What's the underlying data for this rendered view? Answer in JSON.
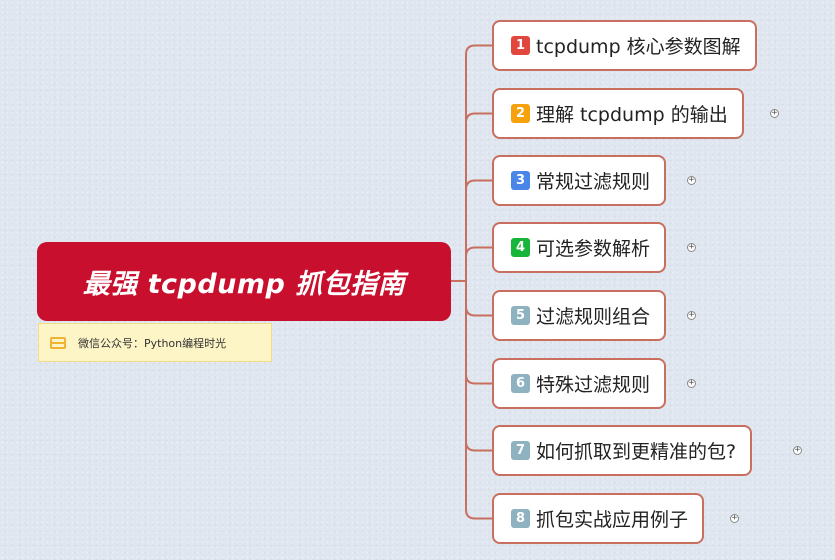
{
  "root": {
    "title": "最强 tcpdump 抓包指南"
  },
  "note": {
    "icon": "note-lines-icon",
    "text": "微信公众号：Python编程时光"
  },
  "branches": [
    {
      "number": "1",
      "label": "tcpdump 核心参数图解",
      "badge_color": "#e2473d",
      "expand_symbol": ""
    },
    {
      "number": "2",
      "label": "理解 tcpdump 的输出",
      "badge_color": "#f5a20c",
      "expand_symbol": "+"
    },
    {
      "number": "3",
      "label": "常规过滤规则",
      "badge_color": "#4a86e8",
      "expand_symbol": "+"
    },
    {
      "number": "4",
      "label": "可选参数解析",
      "badge_color": "#17b53a",
      "expand_symbol": "+"
    },
    {
      "number": "5",
      "label": "过滤规则组合",
      "badge_color": "#8fb2c0",
      "expand_symbol": "+"
    },
    {
      "number": "6",
      "label": "特殊过滤规则",
      "badge_color": "#8fb2c0",
      "expand_symbol": "+"
    },
    {
      "number": "7",
      "label": "如何抓取到更精准的包?",
      "badge_color": "#8fb2c0",
      "expand_symbol": "+"
    },
    {
      "number": "8",
      "label": "抓包实战应用例子",
      "badge_color": "#8fb2c0",
      "expand_symbol": "+"
    }
  ],
  "colors": {
    "root": "#c8102e",
    "connector": "#c86f5f",
    "note_bg": "#fdf5c6"
  }
}
